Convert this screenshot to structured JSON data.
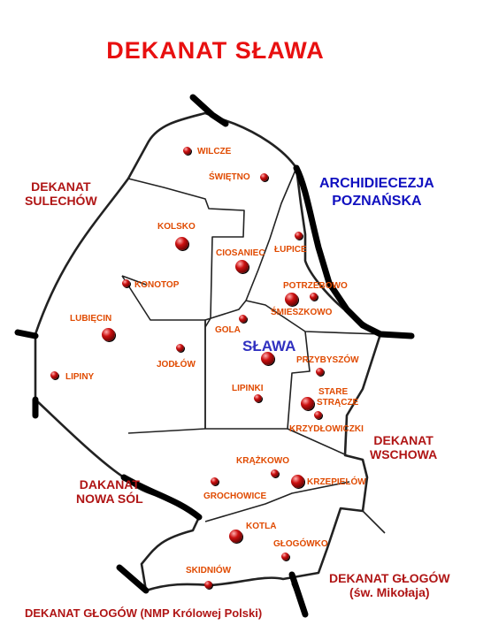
{
  "title": "DEKANAT  SŁAWA",
  "colors": {
    "title": "#e81010",
    "region": "#b01515",
    "archdiocese": "#1010c0",
    "place": "#e04a00",
    "center": "#3030c0",
    "border_thick": "#000000",
    "border_thin": "#222222",
    "marker_dark": "#400000",
    "marker_mid": "#cc1010",
    "marker_light": "#ffb0b0"
  },
  "regions": {
    "sulechow": [
      "DEKANAT",
      "SULECHÓW"
    ],
    "archidiecezja": [
      "ARCHIDIECEZJA",
      "POZNAŃSKA"
    ],
    "wschowa": [
      "DEKANAT",
      "WSCHOWA"
    ],
    "nowa_sol": [
      "DAKANAT",
      "NOWA SÓL"
    ],
    "glogow_mikolaja": [
      "DEKANAT GŁOGÓW",
      "(św. Mikołaja)"
    ],
    "glogow_nmp": [
      "DEKANAT GŁOGÓW (NMP Królowej Polski)"
    ]
  },
  "places": {
    "wilcze": "WILCZE",
    "swietno": "ŚWIĘTNO",
    "kolsko": "KOLSKO",
    "ciosaniec": "CIOSANIEC",
    "lupice": "ŁUPICE",
    "konotop": "KONOTOP",
    "potrzebowo": "POTRZEBOWO",
    "smieszkowo": "ŚMIESZKOWO",
    "lubiecin": "LUBIĘCIN",
    "gola": "GOLA",
    "slawa": "SŁAWA",
    "przybyszow": "PRZYBYSZÓW",
    "jodlow": "JODŁÓW",
    "lipiny": "LIPINY",
    "lipinki": "LIPINKI",
    "stare_stracze_1": "STARE",
    "stare_stracze_2": "STRĄCZE",
    "krzydlowiczki": "KRZYDŁOWICZKI",
    "krazkowo": "KRĄŻKOWO",
    "krzepielow": "KRZEPIELÓW",
    "grochowice": "GROCHOWICE",
    "kotla": "KOTLA",
    "glogowko": "GŁOGÓWKO",
    "skidniow": "SKIDNIÓW"
  },
  "markers": [
    {
      "name": "wilcze",
      "size": "small"
    },
    {
      "name": "swietno",
      "size": "small"
    },
    {
      "name": "kolsko",
      "size": "large"
    },
    {
      "name": "ciosaniec",
      "size": "large"
    },
    {
      "name": "lupice",
      "size": "small"
    },
    {
      "name": "konotop",
      "size": "small"
    },
    {
      "name": "potrzebowo",
      "size": "large"
    },
    {
      "name": "smieszkowo",
      "size": "small"
    },
    {
      "name": "lubiecin",
      "size": "large"
    },
    {
      "name": "gola",
      "size": "small"
    },
    {
      "name": "slawa",
      "size": "large"
    },
    {
      "name": "przybyszow",
      "size": "small"
    },
    {
      "name": "jodlow",
      "size": "small"
    },
    {
      "name": "lipiny",
      "size": "small"
    },
    {
      "name": "lipinki",
      "size": "small"
    },
    {
      "name": "stare-stracze",
      "size": "large"
    },
    {
      "name": "krzydlowiczki",
      "size": "small"
    },
    {
      "name": "krazkowo",
      "size": "small"
    },
    {
      "name": "krzepielow",
      "size": "large"
    },
    {
      "name": "grochowice",
      "size": "small"
    },
    {
      "name": "kotla",
      "size": "large"
    },
    {
      "name": "glogowko",
      "size": "small"
    },
    {
      "name": "skidniow",
      "size": "small"
    }
  ]
}
